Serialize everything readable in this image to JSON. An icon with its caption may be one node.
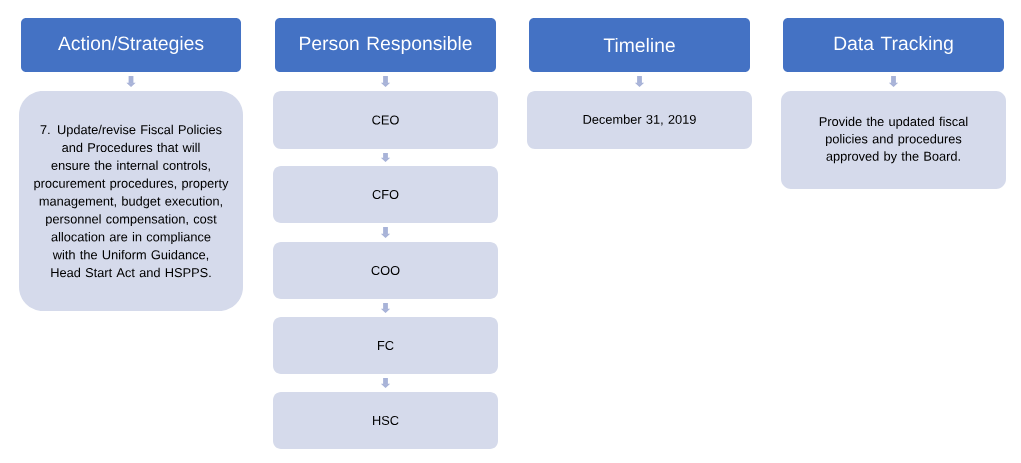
{
  "diagram": {
    "nodes": [
      {
        "text": [
          "Action/Strategies"
        ]
      },
      {
        "text": [
          "7. Update/revise Fiscal Policies and Procedures that will ensure the internal controls, procurement procedures, property management, budget execution, personnel compensation, cost allocation are in compliance with the Uniform Guidance, Head Start Act and HSPPS."
        ]
      },
      {
        "text": [
          "Person Responsible"
        ]
      },
      {
        "text": [
          "CEO"
        ]
      },
      {
        "text": [
          "CFO"
        ]
      },
      {
        "text": [
          "COO"
        ]
      },
      {
        "text": [
          "FC"
        ]
      },
      {
        "text": [
          "HSC"
        ]
      },
      {
        "text": [
          "Timeline"
        ]
      },
      {
        "text": [
          "December 31, 2019"
        ]
      },
      {
        "text": [
          "Data Tracking"
        ]
      },
      {
        "text": [
          "Provide the updated fiscal policies and procedures approved by the Board."
        ]
      }
    ],
    "edges": [
      {
        "from": 0,
        "to": 1,
        "arrow": "to"
      },
      {
        "from": 2,
        "to": 3,
        "arrow": "to"
      },
      {
        "from": 3,
        "to": 4,
        "arrow": "to"
      },
      {
        "from": 4,
        "to": 5,
        "arrow": "to"
      },
      {
        "from": 5,
        "to": 6,
        "arrow": "to"
      },
      {
        "from": 6,
        "to": 7,
        "arrow": "to"
      },
      {
        "from": 8,
        "to": 9,
        "arrow": "to"
      },
      {
        "from": 10,
        "to": 11,
        "arrow": "to"
      }
    ]
  }
}
